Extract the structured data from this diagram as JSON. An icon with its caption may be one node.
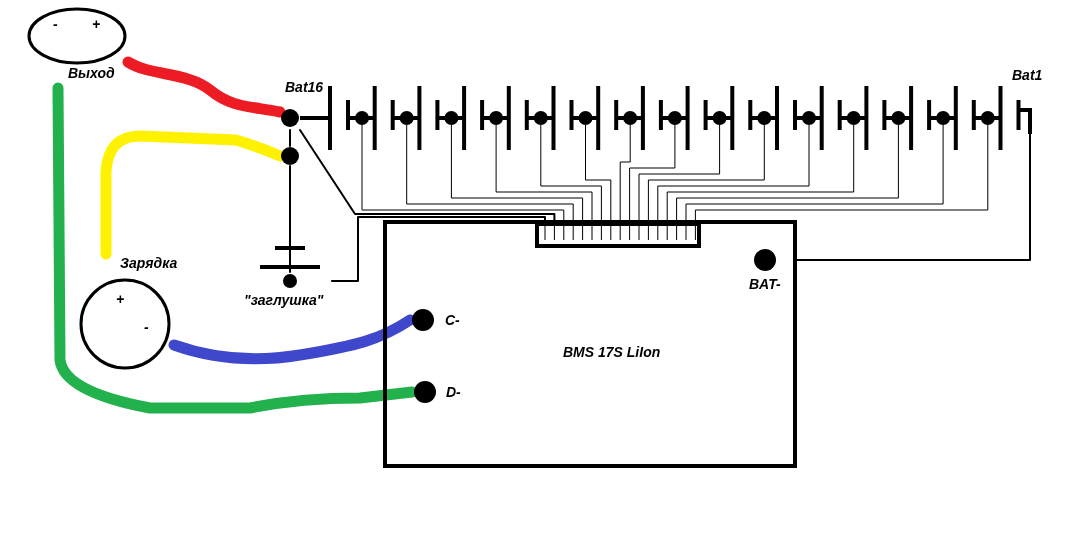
{
  "diagram": {
    "nodes": [
      {
        "text": [
          "-",
          "+",
          "Выход"
        ]
      },
      {
        "text": [
          "Bat16"
        ]
      },
      {
        "text": [
          "Bat1"
        ]
      },
      {
        "text": [],
        "shape": "circle"
      },
      {
        "text": [
          "Зарядка",
          "+",
          "-"
        ]
      },
      {
        "text": [
          "\"заглушка\""
        ]
      },
      {
        "text": [
          "BMS 17S LiIon"
        ]
      },
      {
        "text": [
          "C-"
        ],
        "in": 6
      },
      {
        "text": [
          "D-"
        ],
        "in": 6
      },
      {
        "text": [
          "BAT-"
        ],
        "in": 6
      },
      {
        "text": [],
        "shape": "box",
        "in": 6
      }
    ],
    "edges": [
      {
        "from": 0,
        "to": 1,
        "arrow": "none",
        "style": "thick",
        "color": "#ed1c24"
      },
      {
        "from": 4,
        "to": 3,
        "arrow": "none",
        "style": "thick",
        "color": "#fff200"
      },
      {
        "from": 4,
        "to": 7,
        "arrow": "none",
        "style": "thick",
        "color": "#3f48cc"
      },
      {
        "from": 0,
        "to": 8,
        "arrow": "none",
        "style": "thick",
        "color": "#22b14c"
      },
      {
        "from": 1,
        "to": 3,
        "arrow": "none"
      },
      {
        "from": 3,
        "to": 5,
        "arrow": "none"
      },
      {
        "from": 9,
        "to": 2,
        "arrow": "none"
      },
      {
        "from": 1,
        "to": 10,
        "arrow": "none"
      },
      {
        "from": 5,
        "to": 10,
        "arrow": "none"
      }
    ]
  }
}
